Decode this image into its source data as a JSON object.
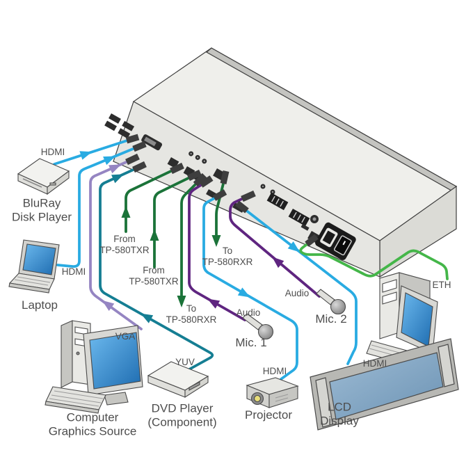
{
  "diagram": {
    "type": "av-switcher-system-connection-diagram",
    "colors": {
      "hdmi_cable": "#29ABE2",
      "vga_cable": "#9585C2",
      "yuv_cable": "#157E93",
      "tp_link_cable": "#1B7339",
      "eth_cable": "#44B649",
      "audio_cable": "#5F2580"
    },
    "nodes": {
      "bluray": {
        "name_line1": "BluRay",
        "name_line2": "Disk Player",
        "connection": "HDMI"
      },
      "laptop": {
        "name": "Laptop",
        "connection": "HDMI"
      },
      "computer": {
        "name_line1": "Computer",
        "name_line2": "Graphics Source",
        "connection": "VGA"
      },
      "dvd": {
        "name_line1": "DVD Player",
        "name_line2": "(Component)",
        "connection": "YUV"
      },
      "mic1": {
        "name": "Mic. 1",
        "connection": "Audio"
      },
      "mic2": {
        "name": "Mic. 2",
        "connection": "Audio"
      },
      "projector": {
        "name": "Projector",
        "connection": "HDMI"
      },
      "lcd": {
        "name_line1": "LCD",
        "name_line2": "Display",
        "connection": "HDMI"
      },
      "remote_pc": {
        "connection": "ETH"
      },
      "tx_link1": {
        "line1": "From",
        "line2": "TP-580TXR"
      },
      "tx_link2": {
        "line1": "From",
        "line2": "TP-580TXR"
      },
      "rx_link1": {
        "line1": "To",
        "line2": "TP-580RXR"
      },
      "rx_link2": {
        "line1": "To",
        "line2": "TP-580RXR"
      }
    }
  }
}
